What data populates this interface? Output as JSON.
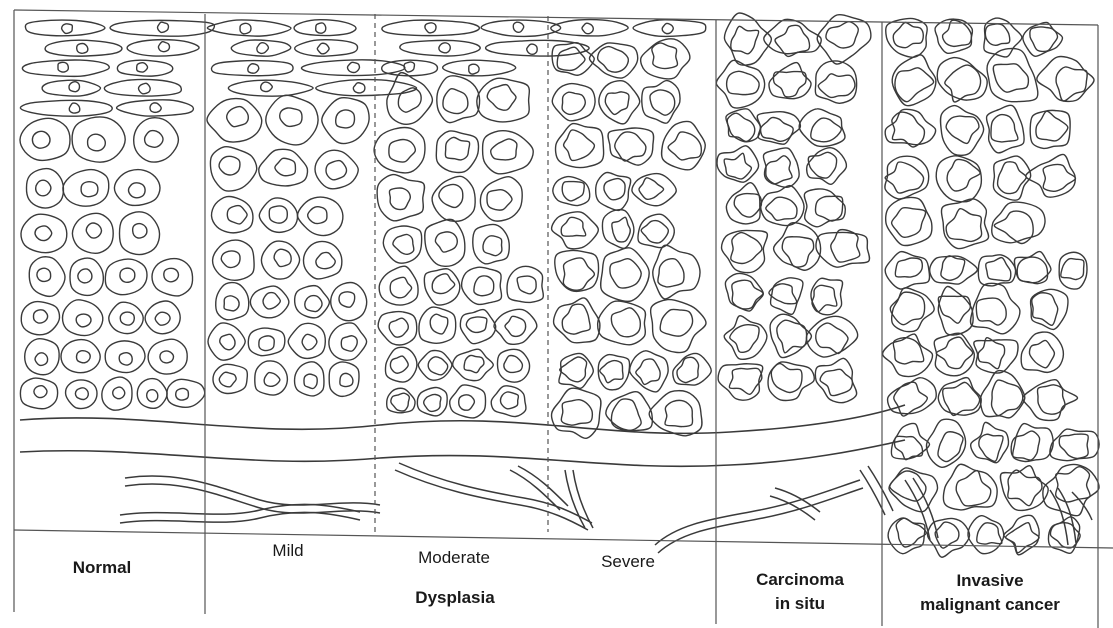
{
  "stages": {
    "normal": "Normal",
    "mild": "Mild",
    "moderate": "Moderate",
    "severe": "Severe",
    "dysplasia": "Dysplasia",
    "cis_line1": "Carcinoma",
    "cis_line2": "in situ",
    "invasive_line1": "Invasive",
    "invasive_line2": "malignant cancer"
  },
  "colors": {
    "ink": "#3a3a3a",
    "paper": "#ffffff",
    "text": "#1a1a1a"
  }
}
